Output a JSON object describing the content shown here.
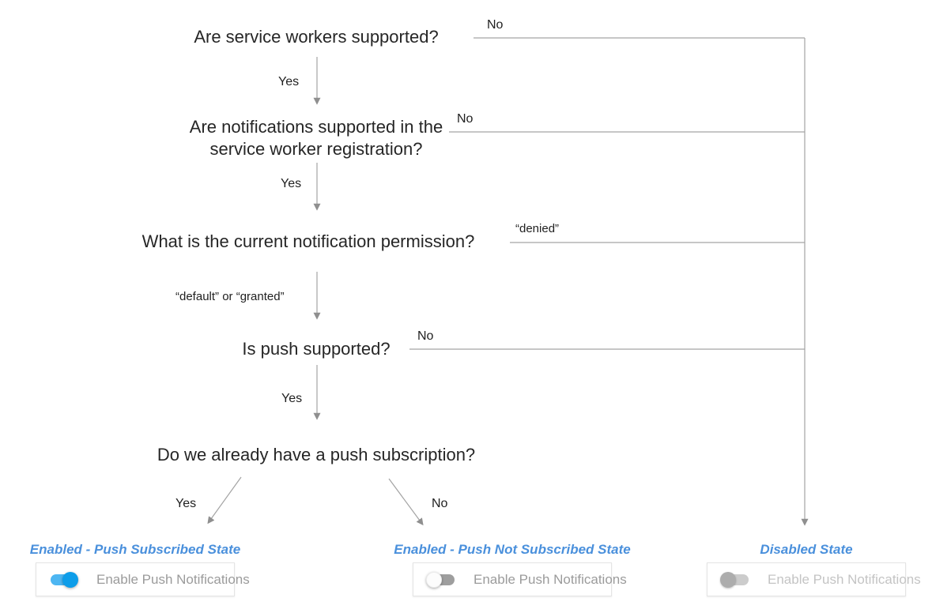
{
  "diagram": {
    "questions": [
      {
        "text": "Are service workers supported?"
      },
      {
        "text": "Are notifications supported in the service worker registration?"
      },
      {
        "text": "What is the current notification permission?"
      },
      {
        "text": "Is push supported?"
      },
      {
        "text": "Do we already have a push subscription?"
      }
    ],
    "edge_labels": {
      "q1_yes": "Yes",
      "q1_no": "No",
      "q2_yes": "Yes",
      "q2_no": "No",
      "q3_denied": "“denied”",
      "q3_default_or_granted": "“default” or “granted”",
      "q4_yes": "Yes",
      "q4_no": "No",
      "q5_yes": "Yes",
      "q5_no": "No"
    },
    "outcomes": [
      {
        "title": "Enabled - Push Subscribed State",
        "toggle_state": "on",
        "button_label": "Enable Push Notifications"
      },
      {
        "title": "Enabled - Push Not Subscribed State",
        "toggle_state": "off",
        "button_label": "Enable Push Notifications"
      },
      {
        "title": "Disabled State",
        "toggle_state": "disabled",
        "button_label": "Enable Push Notifications"
      }
    ],
    "colors": {
      "connector_line": "#a3a3a3",
      "question_text": "#262626",
      "outcome_title": "#4a90dc",
      "toggle_on_track": "#4db6f2",
      "toggle_on_knob": "#0d9de9",
      "toggle_off_track": "#9e9e9e",
      "toggle_off_knob": "#fcfcfc",
      "toggle_disabled_track": "#cccccc",
      "toggle_disabled_knob": "#adadad",
      "card_label": "#9b9b9b",
      "card_label_disabled": "#c4c4c4"
    }
  }
}
